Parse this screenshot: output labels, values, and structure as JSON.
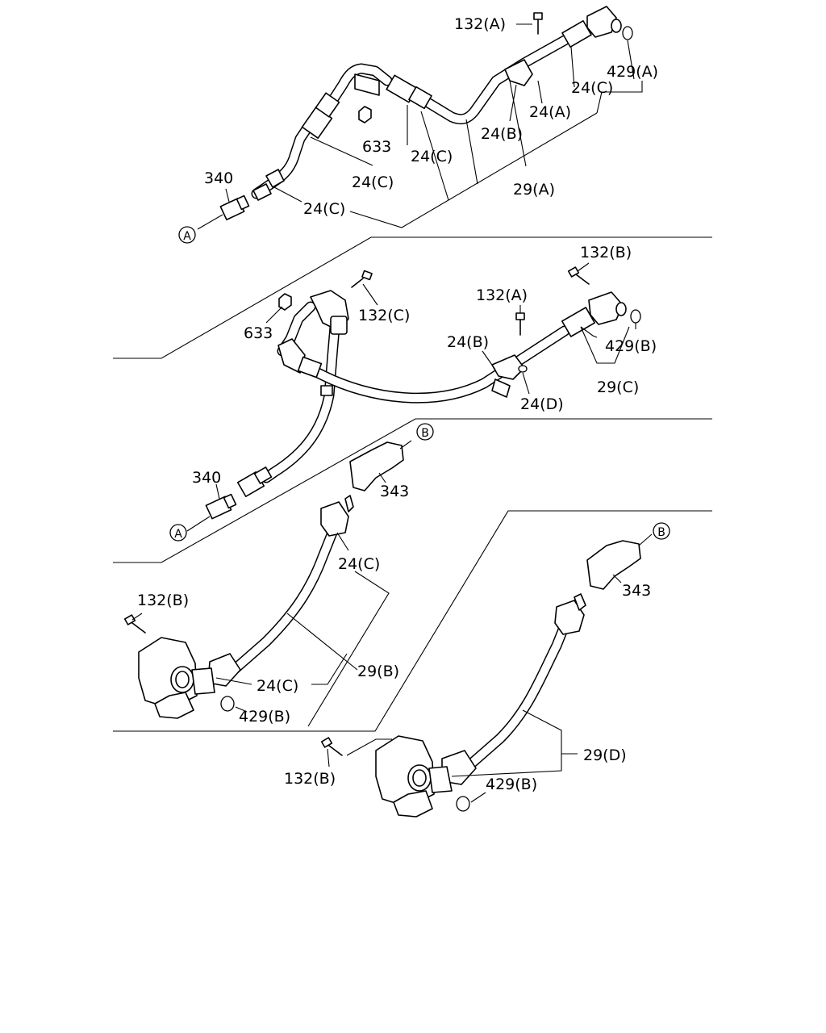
{
  "callouts": {
    "c1": "132(A)",
    "c2": "429(A)",
    "c3": "24(C)",
    "c4": "24(A)",
    "c5": "24(B)",
    "c6": "633",
    "c7": "24(C)",
    "c8": "340",
    "c9": "24(C)",
    "c10": "29(A)",
    "c11": "24(C)",
    "c12": "132(B)",
    "c13": "132(C)",
    "c14": "633",
    "c15": "132(A)",
    "c16": "24(B)",
    "c17": "429(B)",
    "c18": "29(C)",
    "c19": "24(D)",
    "c20": "340",
    "c21": "343",
    "c22": "24(C)",
    "c23": "132(B)",
    "c24": "29(B)",
    "c25": "24(C)",
    "c26": "429(B)",
    "c27": "343",
    "c28": "29(D)",
    "c29": "132(B)",
    "c30": "429(B)"
  },
  "markers": {
    "a1": "A",
    "a2": "A",
    "b1": "B",
    "b2": "B"
  }
}
